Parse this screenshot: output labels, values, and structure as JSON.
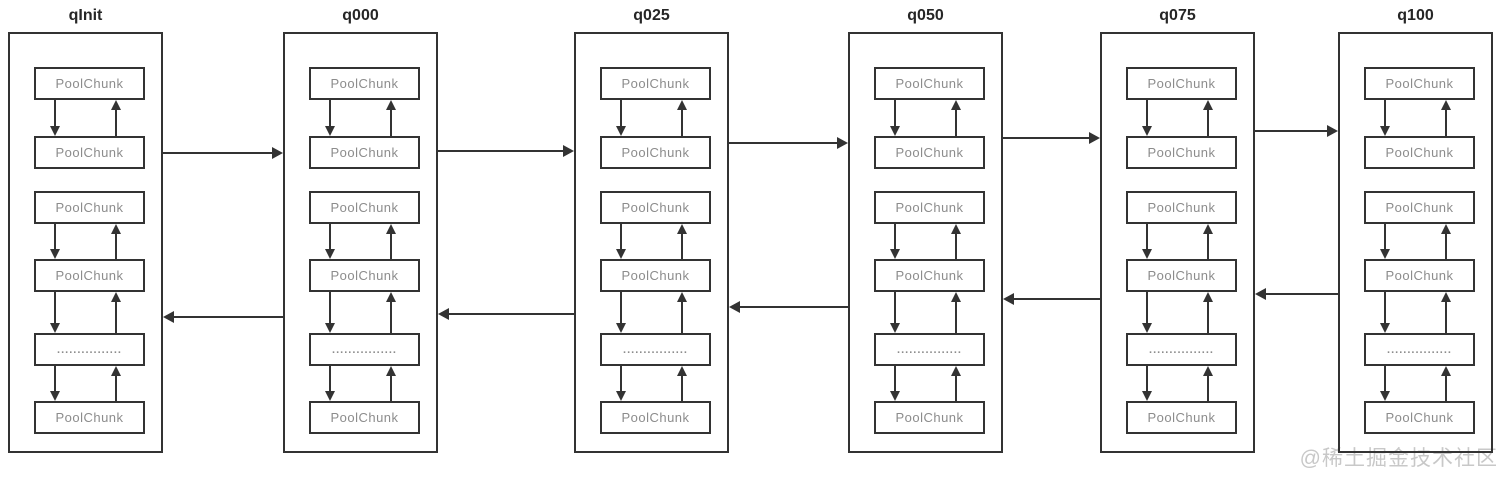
{
  "columns": [
    {
      "label": "qInit",
      "chains": [
        [
          "PoolChunk",
          "PoolChunk"
        ],
        [
          "PoolChunk",
          "PoolChunk",
          "................",
          "PoolChunk"
        ]
      ]
    },
    {
      "label": "q000",
      "chains": [
        [
          "PoolChunk",
          "PoolChunk"
        ],
        [
          "PoolChunk",
          "PoolChunk",
          "................",
          "PoolChunk"
        ]
      ]
    },
    {
      "label": "q025",
      "chains": [
        [
          "PoolChunk",
          "PoolChunk"
        ],
        [
          "PoolChunk",
          "PoolChunk",
          "................",
          "PoolChunk"
        ]
      ]
    },
    {
      "label": "q050",
      "chains": [
        [
          "PoolChunk",
          "PoolChunk"
        ],
        [
          "PoolChunk",
          "PoolChunk",
          "................",
          "PoolChunk"
        ]
      ]
    },
    {
      "label": "q075",
      "chains": [
        [
          "PoolChunk",
          "PoolChunk"
        ],
        [
          "PoolChunk",
          "PoolChunk",
          "................",
          "PoolChunk"
        ]
      ]
    },
    {
      "label": "q100",
      "chains": [
        [
          "PoolChunk",
          "PoolChunk"
        ],
        [
          "PoolChunk",
          "PoolChunk",
          "................",
          "PoolChunk"
        ]
      ]
    }
  ],
  "inter_column_arrows": {
    "top_row_direction": "right",
    "top_row": [
      {
        "from": "qInit",
        "to": "q000"
      },
      {
        "from": "q000",
        "to": "q025"
      },
      {
        "from": "q025",
        "to": "q050"
      },
      {
        "from": "q050",
        "to": "q075"
      },
      {
        "from": "q075",
        "to": "q100"
      }
    ],
    "middle_row_direction": "left",
    "middle_row": [
      {
        "from": "q000",
        "to": "qInit"
      },
      {
        "from": "q025",
        "to": "q000"
      },
      {
        "from": "q050",
        "to": "q025"
      },
      {
        "from": "q075",
        "to": "q050"
      },
      {
        "from": "q100",
        "to": "q075"
      }
    ]
  },
  "colors": {
    "line": "#333333",
    "box_text": "#8c8c8c",
    "label_text": "#262626",
    "watermark": "#c8c8c8",
    "background": "#ffffff"
  },
  "watermark": "@稀土掘金技术社区"
}
